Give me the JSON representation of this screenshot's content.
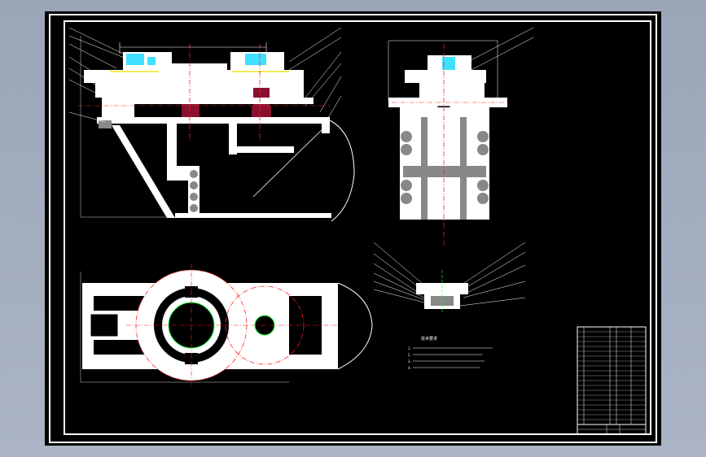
{
  "colors": {
    "background": "#000000",
    "line": "#ffffff",
    "centerline": "#ff2020",
    "accent_cyan": "#40e0ff",
    "accent_yellow": "#f0e020",
    "accent_maroon": "#8a1030",
    "accent_green": "#20ff40",
    "frame_outer": "#9aa6b8"
  },
  "drawing": {
    "notes_heading": "技术要求",
    "notes": [
      "1.",
      "2.",
      "3.",
      "4."
    ]
  }
}
